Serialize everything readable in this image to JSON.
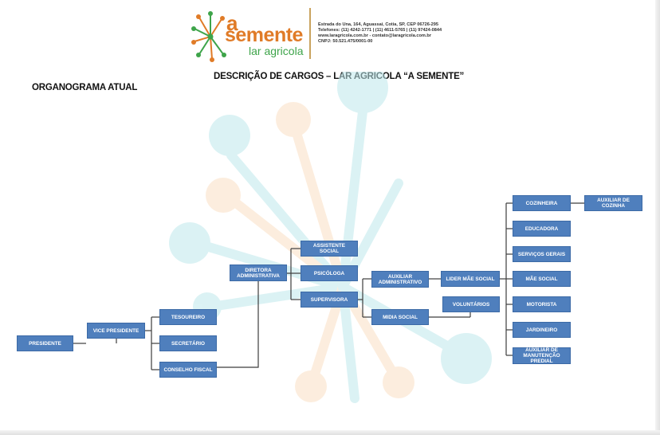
{
  "header": {
    "logo": {
      "prefix": "a",
      "name": "semente",
      "sub": "lar agricola"
    },
    "contact": [
      "Estrada do Una, 164, Aguassai, Cotia, SP, CEP 06726-295",
      "Telefones: (11) 4242-1771 | (11) 4611-5765 | (11) 97424-0844",
      "www.laragricola.com.br - contato@laragricola.com.br",
      "CNPJ: 50.521.475/0001-00"
    ],
    "brand_colors": {
      "orange": "#e07b27",
      "green": "#3ea44a",
      "divider": "#c9a35e"
    }
  },
  "title": "DESCRIÇÃO DE CARGOS – LAR AGRICOLA “A SEMENTE”",
  "subtitle": "ORGANOGRAMA ATUAL",
  "org": {
    "box_color": "#4f7fbd",
    "presidente": "PRESIDENTE",
    "vice_presidente": "VICE PRESIDENTE",
    "tesoureiro": "TESOUREIRO",
    "secretario": "SECRETÁRIO",
    "conselho_fiscal": "CONSELHO FISCAL",
    "diretora": "DIRETORA ADMINISTRATIVA",
    "assistente_social": "ASSISTENTE SOCIAL",
    "psicologa": "PSICÓLOGA",
    "supervisora": "SUPERVISORA",
    "auxiliar_administrativo": "AUXILIAR ADMINISTRATIVO",
    "midia_social": "MIDIA SOCIAL",
    "lider_mae_social": "LIDER MÃE SOCIAL",
    "voluntarios": "VOLUNTÁRIOS",
    "cozinheira": "COZINHEIRA",
    "auxiliar_cozinha": "AUXILIAR DE COZINHA",
    "educadora": "EDUCADORA",
    "servicos_gerais": "SERVIÇOS GERAIS",
    "mae_social": "MÃE SOCIAL",
    "motorista": "MOTORISTA",
    "jardineiro": "JARDINEIRO",
    "auxiliar_manutencao": "AUXILIAR DE MANUTENÇÃO PREDIAL"
  }
}
